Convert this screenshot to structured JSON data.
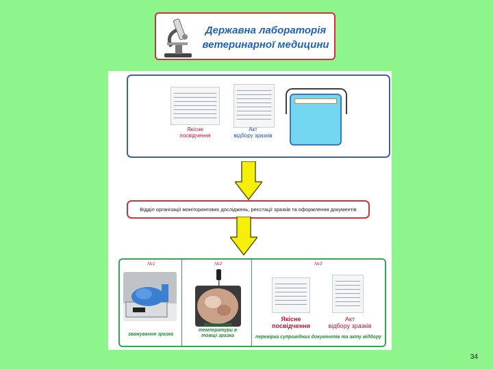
{
  "header": {
    "title_line1": "Державна лабораторія",
    "title_line2": "ветеринарної медицини"
  },
  "top_panel": {
    "doc1_label": "Якісне\nпосвідчення",
    "doc2_label": "Акт\nвідбору зразків"
  },
  "middle_panel": {
    "text": "Відділ організації моніторингових досліджень, реєстації зразків та оформлення документів"
  },
  "bottom_panel": {
    "step1": {
      "number": "№1",
      "caption": "зважування зразка"
    },
    "step2": {
      "number": "№2",
      "caption": "визначення\nтемператури в\nтовщі зразка"
    },
    "step3": {
      "number": "№3",
      "doc1_label": "Якісне\nпосвідчення",
      "doc2_label": "Акт\nвідбору зразків",
      "caption": "перевірка супровідних документів та акту відбору"
    }
  },
  "page_number": "34",
  "colors": {
    "background": "#8ef48c",
    "title_blue": "#1e63b8",
    "red": "#d0303a",
    "green": "#2fa84f",
    "arrow_yellow": "#f6ef0a"
  },
  "icons": [
    "microscope-icon",
    "arrow-down-icon",
    "thermometer-icon"
  ]
}
